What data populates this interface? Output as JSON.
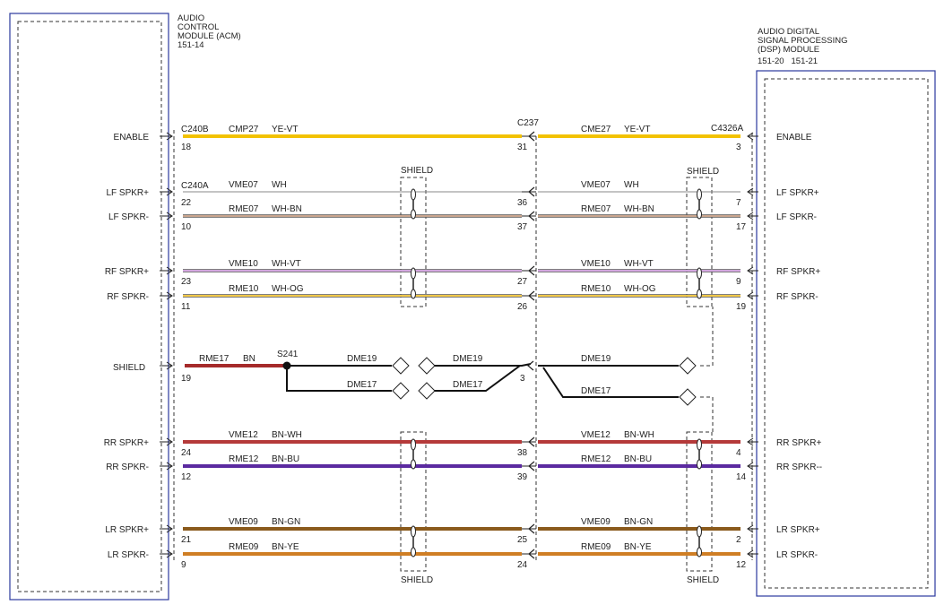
{
  "acm": {
    "title_lines": [
      "AUDIO",
      "CONTROL",
      "MODULE (ACM)",
      "151-14"
    ],
    "connector_enable": "C240B",
    "connector_audio": "C240A"
  },
  "dsp": {
    "title_lines": [
      "AUDIO DIGITAL",
      "SIGNAL PROCESSING",
      "(DSP) MODULE",
      "151-20   151-21"
    ],
    "connector": "C4326A"
  },
  "inline_connector": "C237",
  "splice": "S241",
  "shield_label": "SHIELD",
  "colors": {
    "YE-VT": "#f2c200",
    "WH": "#bdbdbd",
    "WH-BN": "#c9a58e",
    "WH-VT": "#d2a6de",
    "WH-OG": "#f2c94a",
    "BN": "#a52a2a",
    "BN-WH": "#b53a3a",
    "BN-BU": "#5b2aa0",
    "BN-GN": "#8a5a1c",
    "BN-YE": "#cf7e24",
    "frame": "#2b3a9e"
  },
  "circuits": [
    {
      "id": "enable",
      "left_label": "ENABLE",
      "right_label": "ENABLE",
      "left_circuit": "CMP27",
      "right_circuit": "CME27",
      "color": "YE-VT",
      "acm_pin": "18",
      "c237_left_pin": "31",
      "c237_right_pin": "",
      "dsp_pin": "3"
    },
    {
      "id": "lf-plus",
      "left_label": "LF SPKR+",
      "right_label": "LF SPKR+",
      "left_circuit": "VME07",
      "right_circuit": "VME07",
      "color": "WH",
      "acm_pin": "22",
      "c237_left_pin": "36",
      "c237_right_pin": "",
      "dsp_pin": "7"
    },
    {
      "id": "lf-minus",
      "left_label": "LF SPKR-",
      "right_label": "LF SPKR-",
      "left_circuit": "RME07",
      "right_circuit": "RME07",
      "color": "WH-BN",
      "acm_pin": "10",
      "c237_left_pin": "37",
      "c237_right_pin": "",
      "dsp_pin": "17"
    },
    {
      "id": "rf-plus",
      "left_label": "RF SPKR+",
      "right_label": "RF SPKR+",
      "left_circuit": "VME10",
      "right_circuit": "VME10",
      "color": "WH-VT",
      "acm_pin": "23",
      "c237_left_pin": "27",
      "c237_right_pin": "",
      "dsp_pin": "9"
    },
    {
      "id": "rf-minus",
      "left_label": "RF SPKR-",
      "right_label": "RF SPKR-",
      "left_circuit": "RME10",
      "right_circuit": "RME10",
      "color": "WH-OG",
      "acm_pin": "11",
      "c237_left_pin": "26",
      "c237_right_pin": "",
      "dsp_pin": "19"
    },
    {
      "id": "rr-plus",
      "left_label": "RR SPKR+",
      "right_label": "RR SPKR+",
      "left_circuit": "VME12",
      "right_circuit": "VME12",
      "color": "BN-WH",
      "acm_pin": "24",
      "c237_left_pin": "38",
      "c237_right_pin": "",
      "dsp_pin": "4"
    },
    {
      "id": "rr-minus",
      "left_label": "RR SPKR-",
      "right_label": "RR SPKR--",
      "left_circuit": "RME12",
      "right_circuit": "RME12",
      "color": "BN-BU",
      "acm_pin": "12",
      "c237_left_pin": "39",
      "c237_right_pin": "",
      "dsp_pin": "14"
    },
    {
      "id": "lr-plus",
      "left_label": "LR SPKR+",
      "right_label": "LR SPKR+",
      "left_circuit": "VME09",
      "right_circuit": "VME09",
      "color": "BN-GN",
      "acm_pin": "21",
      "c237_left_pin": "25",
      "c237_right_pin": "",
      "dsp_pin": "2"
    },
    {
      "id": "lr-minus",
      "left_label": "LR SPKR-",
      "right_label": "LR SPKR-",
      "left_circuit": "RME09",
      "right_circuit": "RME09",
      "color": "BN-YE",
      "acm_pin": "9",
      "c237_left_pin": "24",
      "c237_right_pin": "",
      "dsp_pin": "12"
    }
  ],
  "shield_circuit": {
    "left_label": "SHIELD",
    "acm_pin": "19",
    "circuit": "RME17",
    "color": "BN",
    "drain_upper": "DME19",
    "drain_lower": "DME17",
    "c237_pin": "3"
  }
}
